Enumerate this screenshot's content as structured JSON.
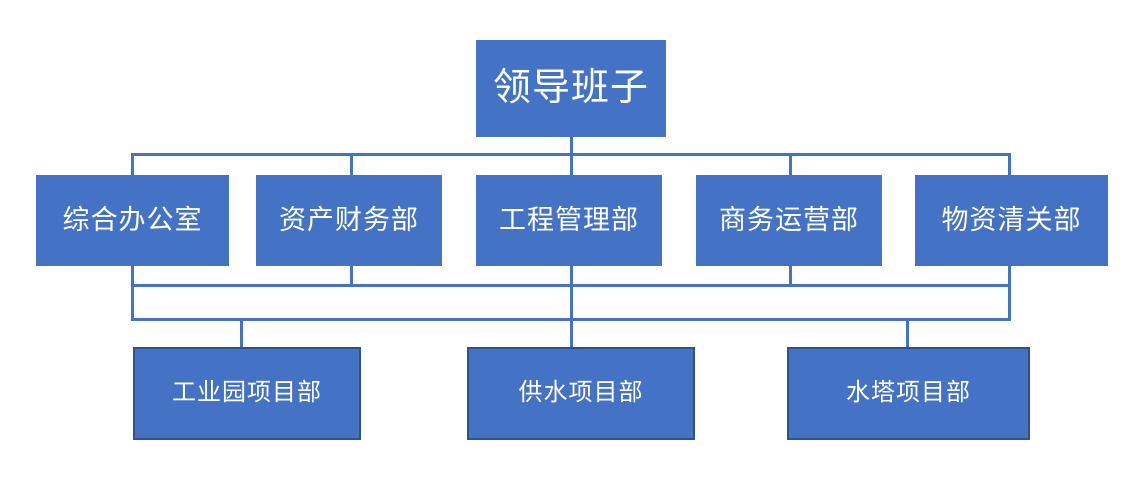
{
  "chart": {
    "title_text": "",
    "type": "org-chart",
    "colors": {
      "node_fill": "#4472C4",
      "node_text": "#FFFFFF",
      "connector": "#4472C4",
      "level3_border": "#2F528F",
      "background": "#FFFFFF"
    },
    "levels": [
      {
        "level": 1,
        "nodes": [
          {
            "id": "leadership",
            "label": "领导班子"
          }
        ]
      },
      {
        "level": 2,
        "nodes": [
          {
            "id": "general-office",
            "label": "综合办公室"
          },
          {
            "id": "asset-finance",
            "label": "资产财务部"
          },
          {
            "id": "engineering-management",
            "label": "工程管理部"
          },
          {
            "id": "business-operations",
            "label": "商务运营部"
          },
          {
            "id": "materials-customs",
            "label": "物资清关部"
          }
        ]
      },
      {
        "level": 3,
        "nodes": [
          {
            "id": "industrial-park-project",
            "label": "工业园项目部"
          },
          {
            "id": "water-supply-project",
            "label": "供水项目部"
          },
          {
            "id": "water-tower-project",
            "label": "水塔项目部"
          }
        ]
      }
    ]
  }
}
